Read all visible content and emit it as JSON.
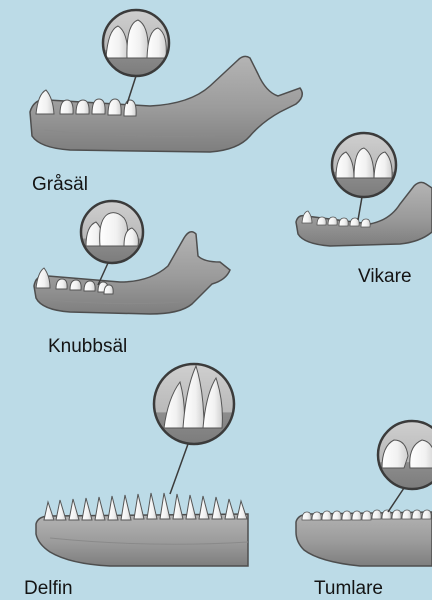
{
  "specimens": [
    {
      "id": "grasal",
      "label": "Gråsäl"
    },
    {
      "id": "vikare",
      "label": "Vikare"
    },
    {
      "id": "knubbsal",
      "label": "Knubbsäl"
    },
    {
      "id": "delfin",
      "label": "Delfin"
    },
    {
      "id": "tumlare",
      "label": "Tumlare"
    }
  ],
  "colors": {
    "background": "#bcdbe7",
    "bone": "#9a9a9a",
    "bone_outline": "#4e4e4e",
    "tooth": "#f7f7f7",
    "callout_fill": "#8c8c8c",
    "callout_ring": "#3b3b3b"
  }
}
